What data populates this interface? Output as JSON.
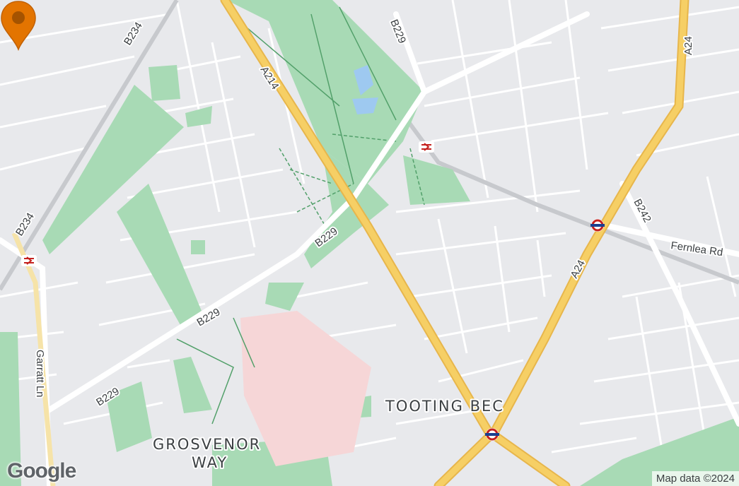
{
  "roads": {
    "a214": "A214",
    "a24_top": "A24",
    "a24_mid": "A24",
    "b234_top": "B234",
    "b234_left": "B234",
    "b229_top": "B229",
    "b229_center": "B229",
    "b229_mid": "B229",
    "b229_low": "B229",
    "b242": "B242",
    "fernlea": "Fernlea Rd",
    "garratt": "Garratt Ln"
  },
  "areas": {
    "tooting_bec": "TOOTING BEC",
    "grosvenor_line1": "GROSVENOR",
    "grosvenor_line2": "WAY"
  },
  "attribution": "Map data ©2024",
  "logo": "Google",
  "icons": {
    "marker": "map-pin-icon",
    "rail": "national-rail-icon",
    "underground": "underground-roundel-icon"
  },
  "colors": {
    "major_road": "#f6cf65",
    "park": "#a8dab5",
    "pin": "#e37400",
    "hospital": "#f6d6d7"
  }
}
